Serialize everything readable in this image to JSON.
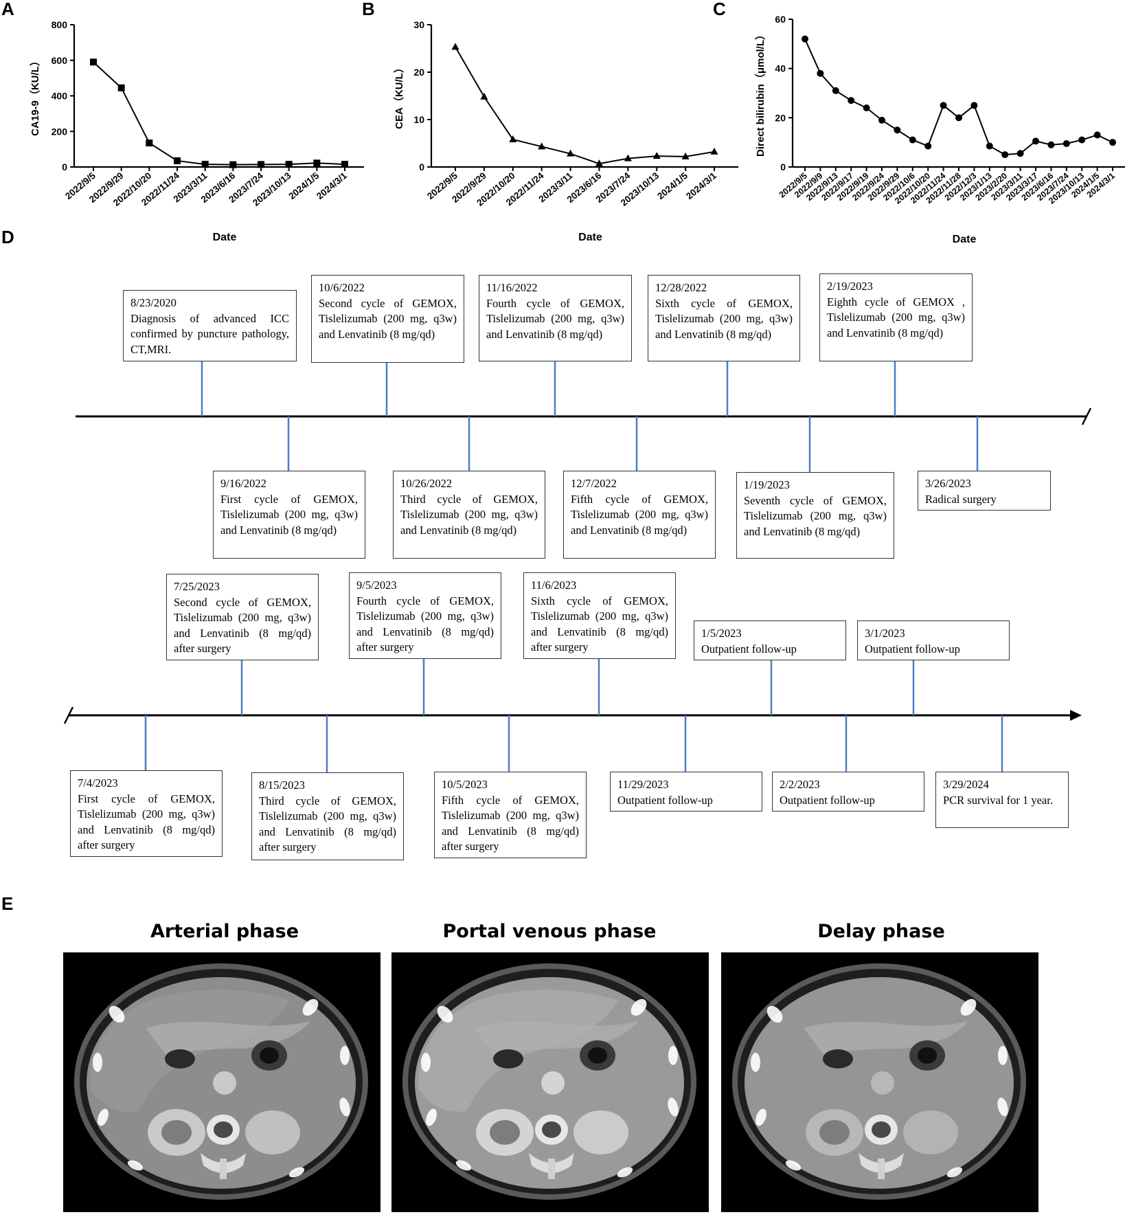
{
  "panels": {
    "a": "A",
    "b": "B",
    "c": "C",
    "d": "D",
    "e": "E"
  },
  "chart_data": [
    {
      "type": "line",
      "panel": "A",
      "categories": [
        "2022/9/5",
        "2022/9/29",
        "2022/10/20",
        "2022/11/24",
        "2023/3/11",
        "2023/6/16",
        "2023/7/24",
        "2023/10/13",
        "2024/1/5",
        "2024/3/1"
      ],
      "values": [
        590,
        445,
        135,
        35,
        15,
        13,
        14,
        15,
        22,
        15
      ],
      "marker": "square",
      "xlabel": "Date",
      "ylabel": "CA19-9（KU/L）",
      "ylim": [
        0,
        800
      ],
      "yticks": [
        0,
        200,
        400,
        600,
        800
      ]
    },
    {
      "type": "line",
      "panel": "B",
      "categories": [
        "2022/9/5",
        "2022/9/29",
        "2022/10/20",
        "2022/11/24",
        "2023/3/11",
        "2023/6/16",
        "2023/7/24",
        "2023/10/13",
        "2024/1/5",
        "2024/3/1"
      ],
      "values": [
        25.3,
        14.8,
        5.8,
        4.3,
        2.8,
        0.7,
        1.8,
        2.3,
        2.2,
        3.2
      ],
      "marker": "triangle",
      "xlabel": "Date",
      "ylabel": "CEA（KU/L）",
      "ylim": [
        0,
        30
      ],
      "yticks": [
        0,
        10,
        20,
        30
      ]
    },
    {
      "type": "line",
      "panel": "C",
      "categories": [
        "2022/9/5",
        "2022/9/9",
        "2022/9/13",
        "2022/9/17",
        "2022/9/19",
        "2022/9/24",
        "2022/9/29",
        "2022/10/6",
        "2022/10/20",
        "2022/11/24",
        "2022/11/28",
        "2022/12/3",
        "2023/1/13",
        "2023/2/20",
        "2023/3/11",
        "2023/3/17",
        "2023/6/16",
        "2023/7/24",
        "2023/10/13",
        "2024/1/5",
        "2024/3/1"
      ],
      "values": [
        52,
        38,
        31,
        27,
        24,
        19,
        15,
        11,
        8.5,
        25,
        20,
        25,
        8.5,
        5,
        5.5,
        10.5,
        9,
        9.5,
        11,
        13,
        10
      ],
      "marker": "circle",
      "xlabel": "Date",
      "ylabel": "Direct bilirubin（μmol/L）",
      "ylim": [
        0,
        60
      ],
      "yticks": [
        0,
        20,
        40,
        60
      ]
    }
  ],
  "timeline": {
    "row1_above": [
      {
        "date": "8/23/2020",
        "text": "Diagnosis of advanced ICC confirmed by puncture pathology, CT,MRI."
      },
      {
        "date": "10/6/2022",
        "text": "Second cycle of GEMOX, Tislelizumab (200 mg, q3w) and Lenvatinib (8 mg/qd)"
      },
      {
        "date": "11/16/2022",
        "text": "Fourth cycle of GEMOX, Tislelizumab (200 mg, q3w) and Lenvatinib (8 mg/qd)"
      },
      {
        "date": "12/28/2022",
        "text": "Sixth cycle of GEMOX, Tislelizumab (200 mg, q3w) and Lenvatinib (8 mg/qd)"
      },
      {
        "date": "2/19/2023",
        "text": "Eighth cycle of GEMOX , Tislelizumab (200 mg, q3w) and Lenvatinib (8 mg/qd)"
      }
    ],
    "row1_below": [
      {
        "date": "9/16/2022",
        "text": "First cycle of GEMOX, Tislelizumab (200 mg, q3w) and Lenvatinib (8 mg/qd)"
      },
      {
        "date": "10/26/2022",
        "text": "Third cycle of GEMOX, Tislelizumab (200 mg, q3w) and Lenvatinib (8 mg/qd)"
      },
      {
        "date": "12/7/2022",
        "text": "Fifth cycle of GEMOX, Tislelizumab (200 mg, q3w) and Lenvatinib (8 mg/qd)"
      },
      {
        "date": "1/19/2023",
        "text": "Seventh cycle of GEMOX, Tislelizumab (200 mg, q3w) and Lenvatinib (8 mg/qd)"
      },
      {
        "date": "3/26/2023",
        "text": "Radical surgery"
      }
    ],
    "row2_above": [
      {
        "date": "7/25/2023",
        "text": "Second cycle of GEMOX, Tislelizumab (200 mg, q3w) and Lenvatinib (8 mg/qd) after surgery"
      },
      {
        "date": "9/5/2023",
        "text": "Fourth cycle of GEMOX, Tislelizumab (200 mg, q3w) and Lenvatinib (8 mg/qd) after surgery"
      },
      {
        "date": "11/6/2023",
        "text": "Sixth cycle of GEMOX, Tislelizumab (200 mg, q3w) and Lenvatinib (8 mg/qd) after surgery"
      },
      {
        "date": "1/5/2023",
        "text": "Outpatient follow-up"
      },
      {
        "date": "3/1/2023",
        "text": "Outpatient follow-up"
      }
    ],
    "row2_below": [
      {
        "date": "7/4/2023",
        "text": "First cycle of GEMOX, Tislelizumab (200 mg, q3w) and Lenvatinib (8 mg/qd) after surgery"
      },
      {
        "date": "8/15/2023",
        "text": "Third cycle of GEMOX, Tislelizumab (200 mg, q3w) and Lenvatinib (8 mg/qd) after surgery"
      },
      {
        "date": "10/5/2023",
        "text": "Fifth cycle of GEMOX, Tislelizumab (200 mg, q3w) and Lenvatinib (8 mg/qd) after surgery"
      },
      {
        "date": "11/29/2023",
        "text": "Outpatient follow-up"
      },
      {
        "date": "2/2/2023",
        "text": "Outpatient follow-up"
      },
      {
        "date": "3/29/2024",
        "text": "PCR survival for 1 year."
      }
    ]
  },
  "ct_images": [
    {
      "title": "Arterial phase"
    },
    {
      "title": "Portal venous phase"
    },
    {
      "title": "Delay phase"
    }
  ],
  "colors": {
    "axis": "#000000",
    "connector": "#4a7fc4",
    "box_border": "#333333",
    "ct_background": "#000000"
  }
}
